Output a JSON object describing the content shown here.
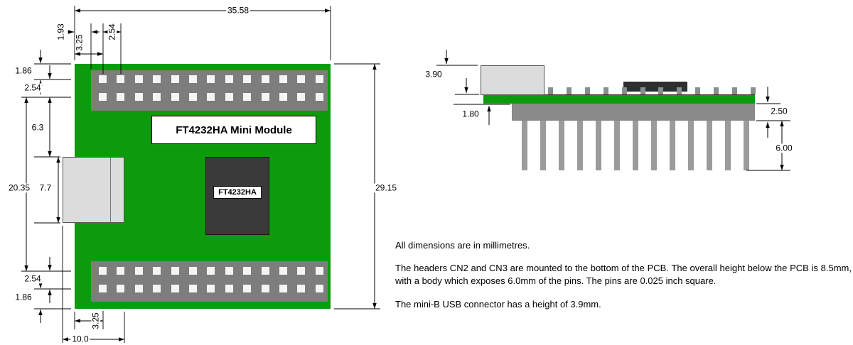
{
  "colors": {
    "pcb_green": "#0d9b0d",
    "header_gray": "#7d7d7d",
    "side_header_gray": "#8a8a8a",
    "pin_white": "#f4f4f4",
    "pin_gray": "#9b9b9b",
    "usb_gray": "#dcdcdc",
    "chip_dark": "#3a3a3a",
    "line_black": "#000000"
  },
  "top_view": {
    "module_label": "FT4232HA Mini Module",
    "chip_label": "FT4232HA",
    "pins_per_row": 13,
    "dims": {
      "overall_width": "35.58",
      "usb_overhang": "1.93",
      "pin_col_inset": "3.25",
      "pin_pitch": "2.54",
      "edge_to_row1": "1.86",
      "row_pitch": "2.54",
      "row_to_usb": "6.3",
      "row_span": "20.35",
      "usb_body_height": "7.7",
      "row_pitch_bottom": "2.54",
      "row_to_edge_bottom": "1.86",
      "pin_col_inset_bottom": "3.25",
      "usb_width": "10.0",
      "overall_height": "29.15"
    }
  },
  "side_view": {
    "pin_count": 13,
    "stub_count": 12,
    "dims": {
      "usb_height": "3.90",
      "pcb_thickness": "1.80",
      "header_body_height": "2.50",
      "pin_exposed_length": "6.00"
    }
  },
  "notes": {
    "units_line": "All dimensions are in millimetres.",
    "headers_line": "The headers CN2 and CN3 are mounted to the bottom of the PCB.  The overall height below the PCB is 8.5mm, with a body which exposes 6.0mm of the pins. The pins are 0.025 inch square.",
    "usb_line": "The mini-B USB connector has a height of 3.9mm."
  }
}
